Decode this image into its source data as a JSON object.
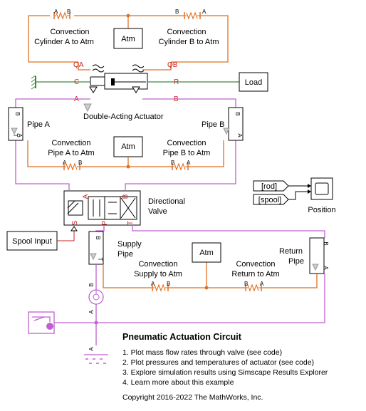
{
  "colors": {
    "thermal": "#e07020",
    "gas": "#c060d0",
    "mechanical": "#3a8a3a",
    "port_label": "#d02020"
  },
  "blocks": {
    "conv_cyl_a": [
      "Convection",
      "Cylinder A to Atm"
    ],
    "conv_cyl_b": [
      "Convection",
      "Cylinder B to Atm"
    ],
    "atm": "Atm",
    "actuator": "Double-Acting Actuator",
    "load": "Load",
    "pipe_a": "Pipe A",
    "pipe_b": "Pipe B",
    "conv_pipe_a": [
      "Convection",
      "Pipe A to Atm"
    ],
    "conv_pipe_b": [
      "Convection",
      "Pipe B to Atm"
    ],
    "valve": [
      "Directional",
      "Valve"
    ],
    "rod_tag": "[rod]",
    "spool_tag": "[spool]",
    "scope": "Position",
    "spool_input": "Spool Input",
    "supply_pipe": [
      "Supply",
      "Pipe"
    ],
    "return_pipe": [
      "Return",
      "Pipe"
    ],
    "conv_supply": [
      "Convection",
      "Supply to Atm"
    ],
    "conv_return": [
      "Convection",
      "Return to Atm"
    ]
  },
  "ports": {
    "qa": "QA",
    "qb": "QB",
    "c": "C",
    "r": "R",
    "a": "A",
    "b": "B",
    "valve_a": "A",
    "valve_b": "B",
    "valve_s": "S",
    "valve_p": "P",
    "valve_t": "T",
    "small_a": "A",
    "small_b": "B",
    "small_t": "T"
  },
  "notes": {
    "title": "Pneumatic Actuation Circuit",
    "items": [
      "1. Plot mass flow rates through valve (see code)",
      "2. Plot pressures and temperatures of actuator (see code)",
      "3. Explore simulation results using Simscape Results Explorer",
      "4. Learn more about this example"
    ],
    "copyright": "Copyright 2016-2022 The MathWorks, Inc."
  }
}
